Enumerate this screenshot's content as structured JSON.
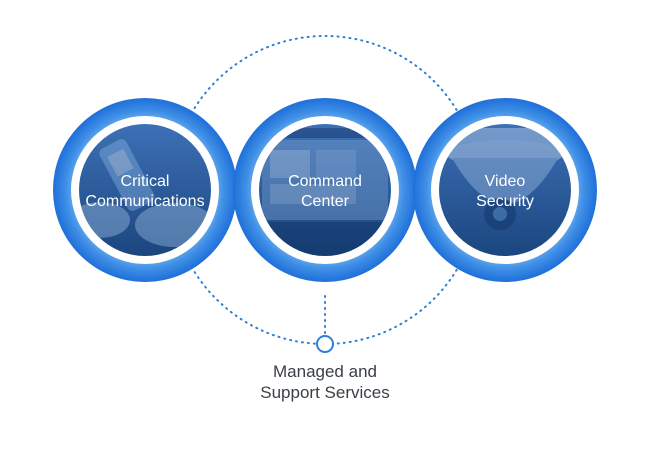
{
  "services": [
    {
      "label_lines": [
        "Critical",
        "Communications"
      ],
      "icon": "hands-radio-icon"
    },
    {
      "label_lines": [
        "Command",
        "Center"
      ],
      "icon": "dashboard-screen-icon"
    },
    {
      "label_lines": [
        "Video",
        "Security"
      ],
      "icon": "security-camera-icon"
    }
  ],
  "footer": {
    "lines": [
      "Managed and",
      "Support Services"
    ]
  },
  "colors": {
    "ring_outer": "#1e6fd9",
    "ring_light": "#6fb0f0",
    "photo_blue": "#1f4f93",
    "dots": "#2f7fd6",
    "text": "#3a3f47"
  }
}
